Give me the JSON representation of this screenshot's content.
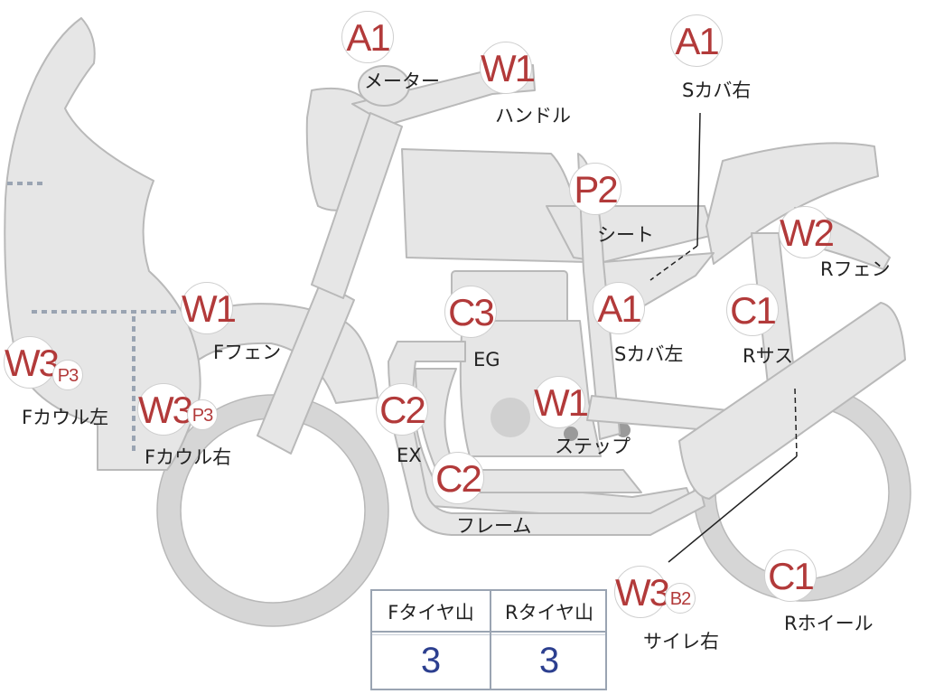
{
  "labels": {
    "meter": "メーター",
    "handle": "ハンドル",
    "scover_right": "Sカバ右",
    "seat": "シート",
    "r_fender": "Rフェン",
    "f_fender": "Fフェン",
    "engine": "EG",
    "scover_left": "Sカバ左",
    "r_suspension": "Rサス",
    "f_cowl_left": "Fカウル左",
    "f_cowl_right": "Fカウル右",
    "exhaust": "EX",
    "step": "ステップ",
    "frame": "フレーム",
    "silencer_right": "サイレ右",
    "r_wheel": "Rホイール"
  },
  "badges": {
    "meter": "A1",
    "handle": "W1",
    "scover_right": "A1",
    "seat": "P2",
    "r_fender": "W2",
    "f_fender": "W1",
    "engine": "C3",
    "scover_left": "A1",
    "r_suspension": "C1",
    "f_cowl_left": "W3",
    "f_cowl_left_sub": "P3",
    "f_cowl_right": "W3",
    "f_cowl_right_sub": "P3",
    "exhaust": "C2",
    "step": "W1",
    "frame": "C2",
    "silencer_right": "W3",
    "silencer_right_sub": "B2",
    "r_wheel": "C1"
  },
  "tire_table": {
    "front_header": "Fタイヤ山",
    "rear_header": "Rタイヤ山",
    "front_value": "3",
    "rear_value": "3"
  },
  "colors": {
    "badge_text": "#b23a3a",
    "part_fill": "#e6e6e6",
    "part_stroke": "#b9b9b9",
    "table_value": "#2c3f8f"
  }
}
